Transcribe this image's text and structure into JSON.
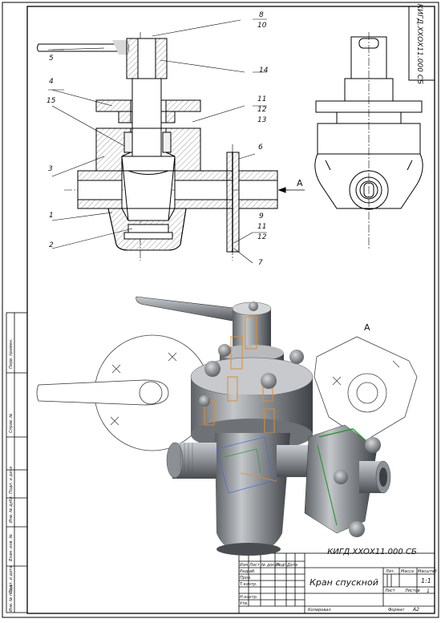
{
  "document": {
    "code": "КИГД.ХХОХ11.000 СБ",
    "title": "Кран спускной",
    "scale": "1:1",
    "mass": "",
    "sheet_label": "Лист",
    "sheets_label": "Листов",
    "sheets_count": "1",
    "format": "A2",
    "copied": "Копировал",
    "format_label": "Формат"
  },
  "title_block": {
    "col_headers": [
      "Изм.",
      "Лист",
      "№ докум.",
      "Подп.",
      "Дата"
    ],
    "row_labels": [
      "Разраб.",
      "Пров.",
      "Т.контр.",
      "Н.контр.",
      "Утв."
    ],
    "lit_label": "Лит.",
    "mass_label": "Масса",
    "scale_label": "Масштаб"
  },
  "side_strip": [
    "Перв. примен.",
    "Справ. №",
    "Подп. и дата",
    "Инв. № дубл.",
    "Взам. инв. №",
    "Подп. и дата",
    "Инв. № подл."
  ],
  "section_view": {
    "callouts": [
      "1",
      "2",
      "3",
      "4",
      "5",
      "6",
      "7",
      "8",
      "9",
      "10",
      "11",
      "12",
      "13",
      "14",
      "15"
    ],
    "stacked": [
      {
        "top": "8",
        "bottom": "10"
      },
      {
        "top": "11",
        "mid": "12",
        "bottom": "13"
      },
      {
        "top": "9",
        "mid": "11",
        "bottom": "12"
      }
    ],
    "arrow_label": "А"
  },
  "isometric_view": {
    "view_label": "А"
  }
}
